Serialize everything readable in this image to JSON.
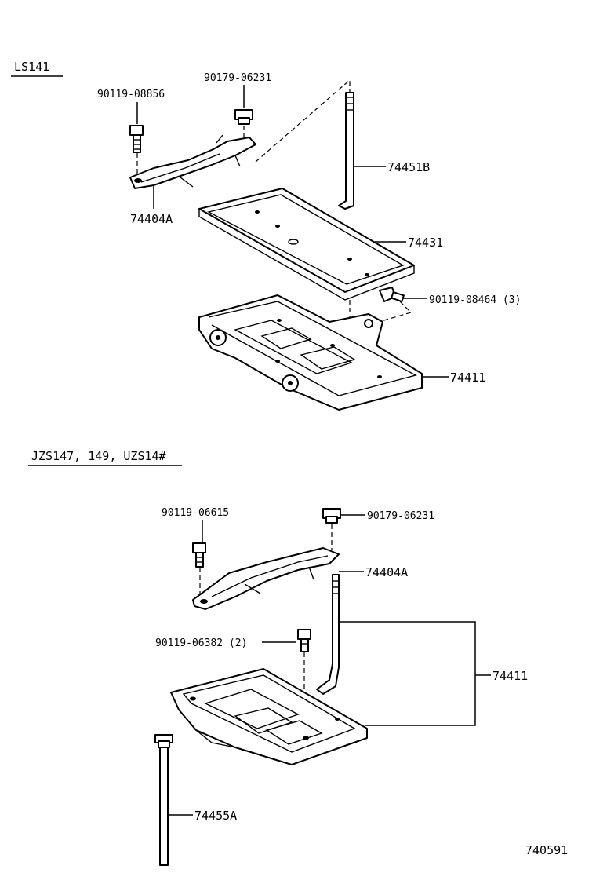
{
  "sections": [
    {
      "heading": "LS141",
      "callouts": {
        "bolt_a": "90119-08856",
        "nut_a": "90179-06231",
        "rod": "74451B",
        "clamp": "74404A",
        "tray_pad": "74431",
        "bolt_b": "90119-08464 (3)",
        "carrier": "74411"
      }
    },
    {
      "heading": "JZS147, 149, UZS14#",
      "callouts": {
        "bolt_a": "90119-06615",
        "nut_a": "90179-06231",
        "clamp": "74404A",
        "bolt_b": "90119-06382 (2)",
        "carrier": "74411",
        "rod": "74455A"
      }
    }
  ],
  "figure_number": "740591"
}
